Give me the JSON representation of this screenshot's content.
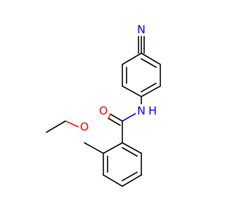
{
  "atoms": {
    "nitrile_n": "N",
    "amide_n": "N",
    "amide_h": "H",
    "carbonyl_o": "O",
    "ether_o": "O"
  },
  "colors": {
    "bond": "#000000",
    "nitrogen": "#0000ff",
    "oxygen": "#ff0000",
    "background": "#ffffff"
  }
}
